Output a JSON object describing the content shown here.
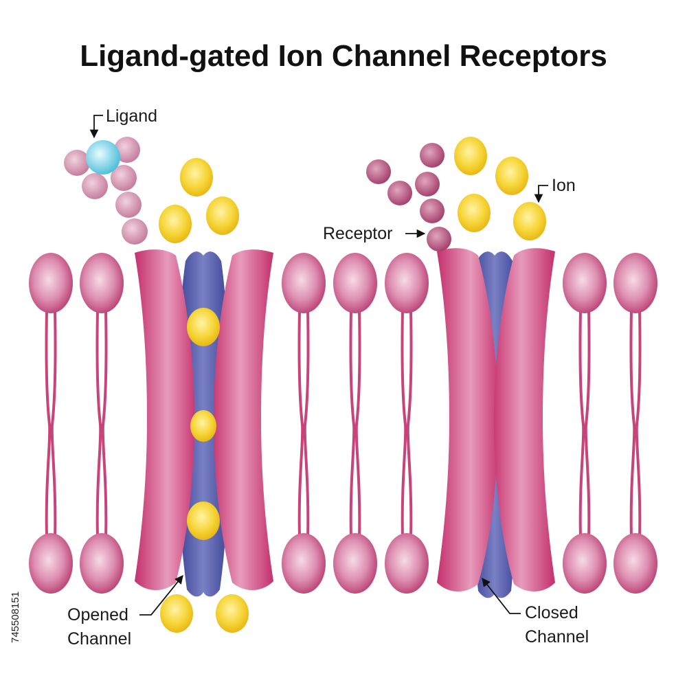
{
  "title": "Ligand-gated Ion Channel Receptors",
  "labels": {
    "ligand": "Ligand",
    "ion": "Ion",
    "receptor": "Receptor",
    "opened_line1": "Opened",
    "opened_line2": "Channel",
    "closed_line1": "Closed",
    "closed_line2": "Channel"
  },
  "stock_id": "745508151",
  "colors": {
    "phospholipid": "#c8437a",
    "channel_protein": "#cc3f78",
    "pore": "#3d4a9c",
    "ion": "#f2cc2a",
    "ligand": "#5fc8e0",
    "receptor_bead": "#c2688e"
  }
}
